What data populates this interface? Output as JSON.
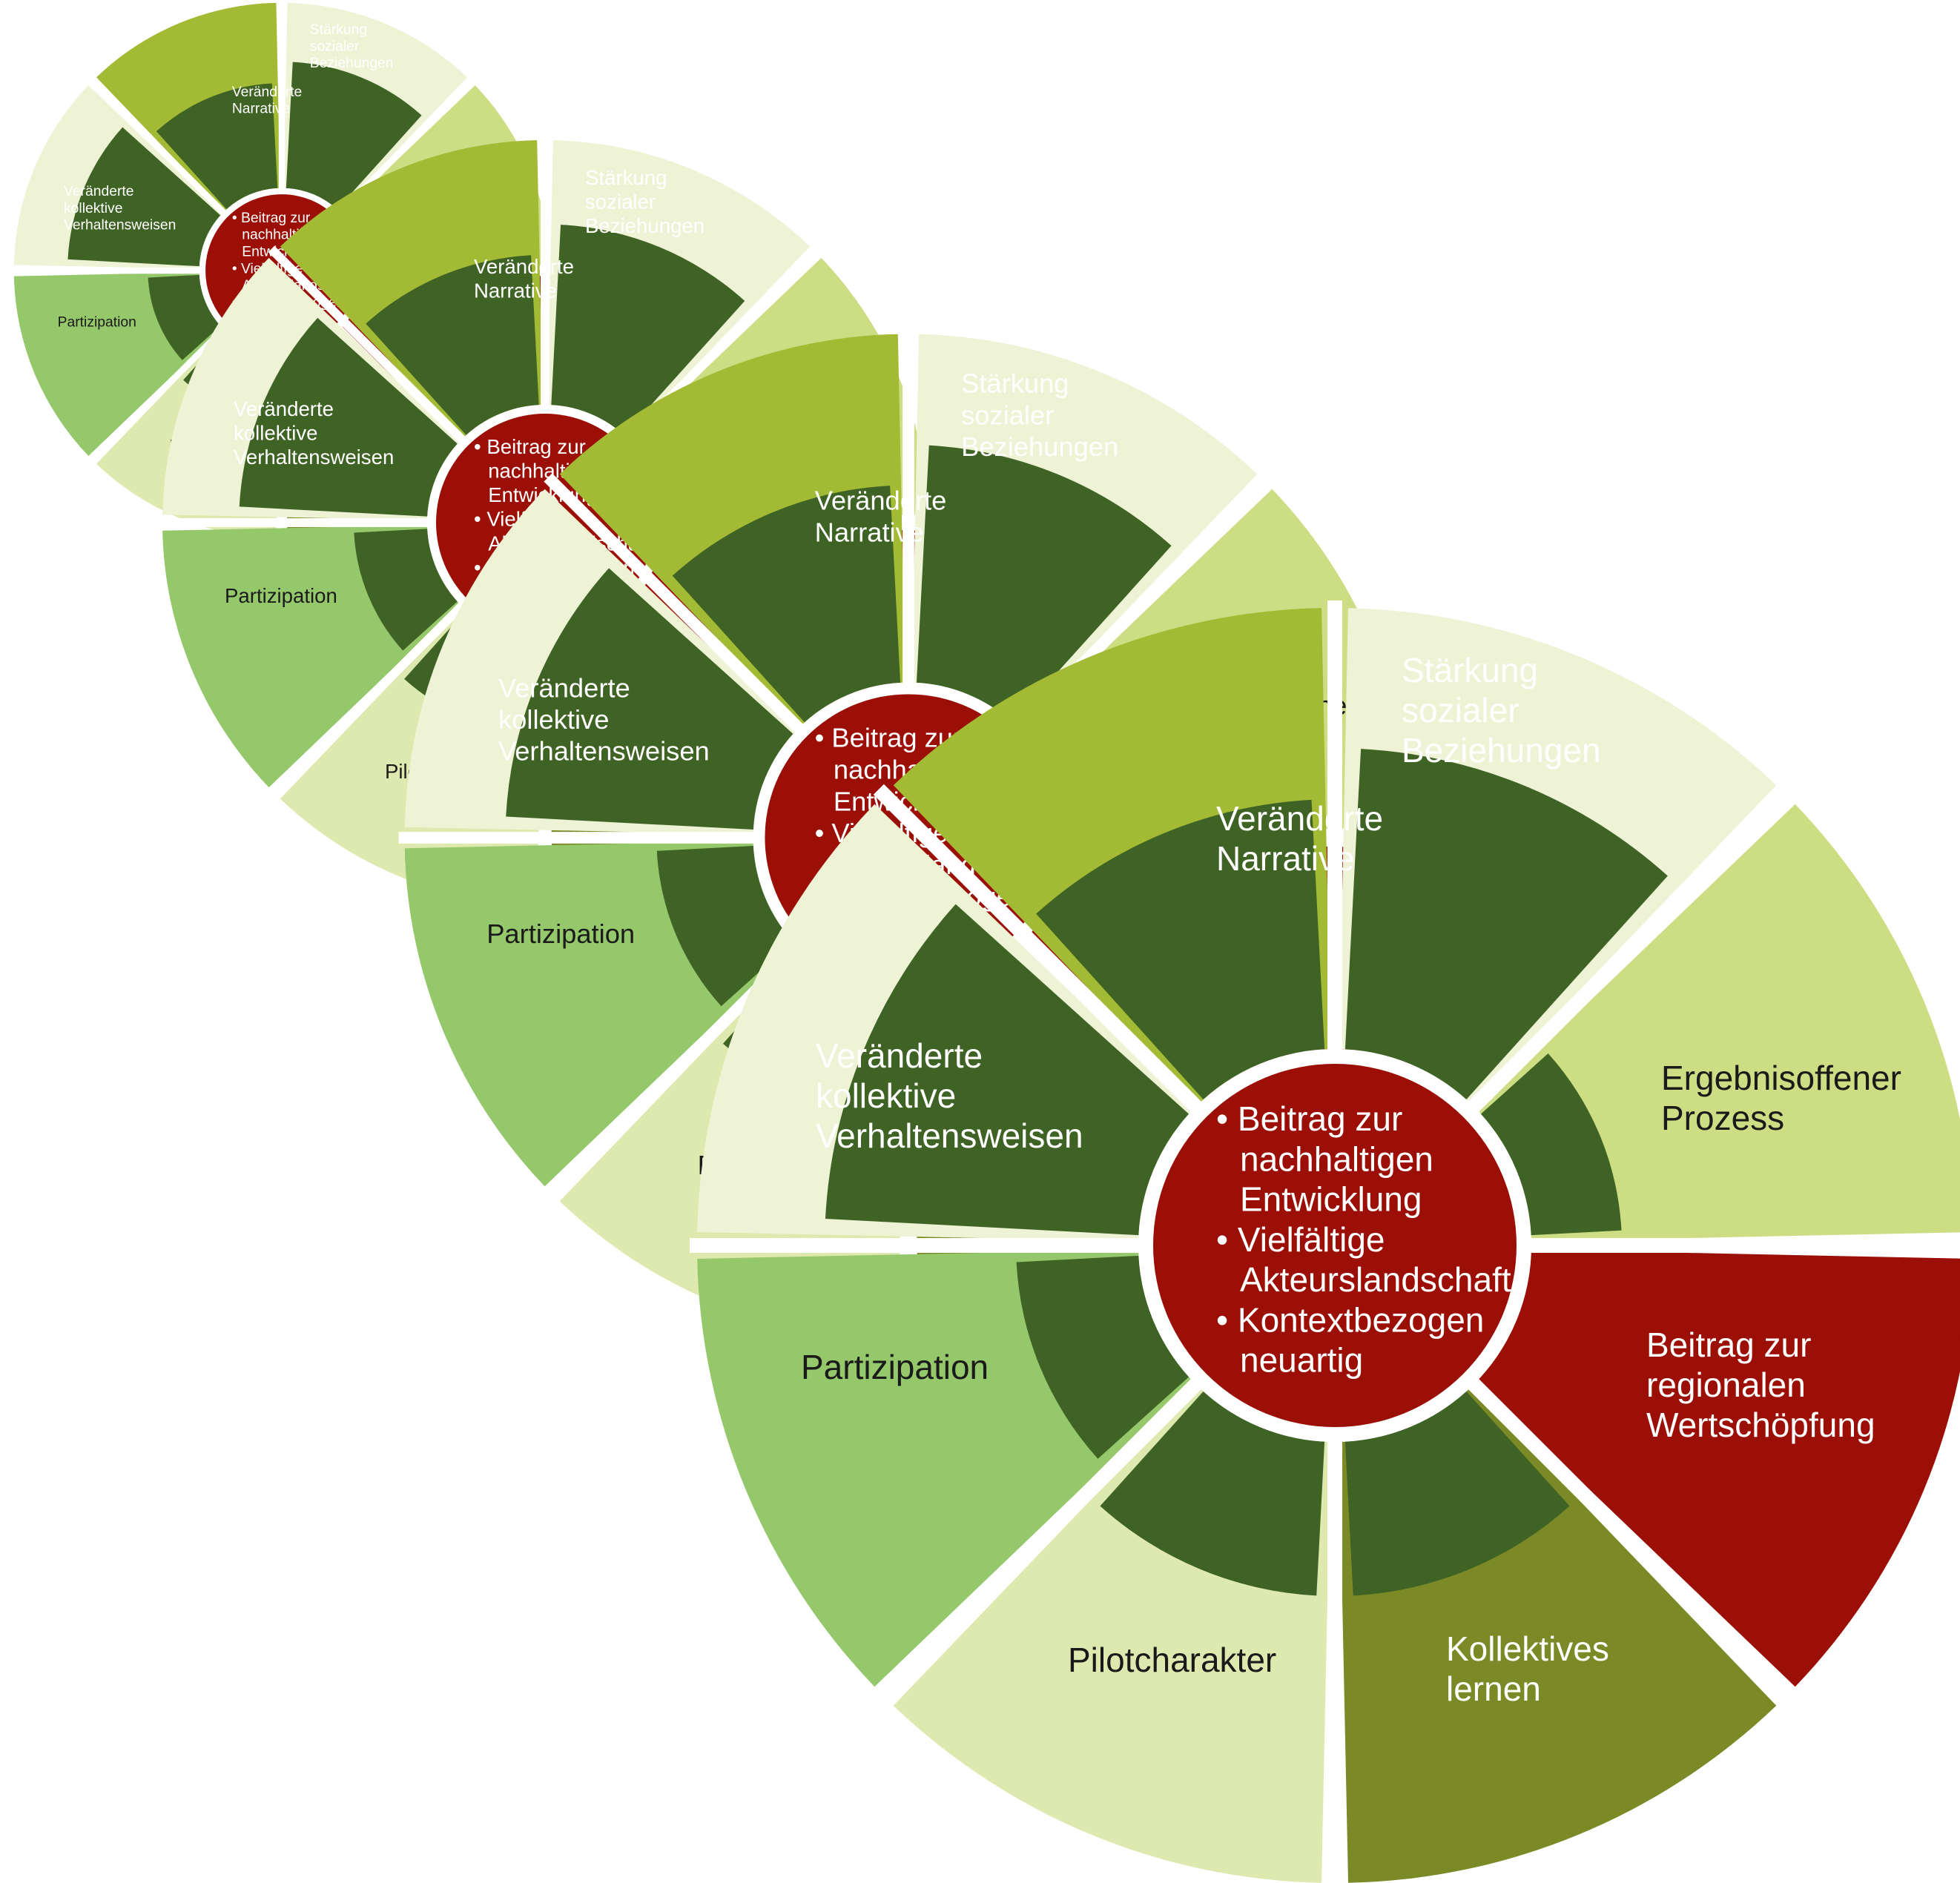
{
  "colors": {
    "dark_green": "#3f6325",
    "lime": "#a3bb34",
    "pale_lime": "#cddd84",
    "very_pale": "#eef3d6",
    "light_green": "#95c76b",
    "pale_green": "#dde9ae",
    "olive": "#7b8a26",
    "red": "#9b0f06",
    "white": "#ffffff"
  },
  "center_items": [
    "Beitrag zur nachhaltigen Entwicklung",
    "Vielfältige Akteurslandschaft",
    "Kontextbezogen neuartig"
  ],
  "segments": {
    "narrative": "Veränderte Narrative",
    "social": "Stärkung sozialer Beziehungen",
    "process": "Ergebnisoffener Prozess",
    "regional": "Beitrag zur regionalen Wertschöpfung",
    "learning": "Kollektives lernen",
    "pilot": "Pilotcharakter",
    "participation": "Partizipation",
    "behaviour": "Veränderte kollektive Verhaltensweisen"
  }
}
